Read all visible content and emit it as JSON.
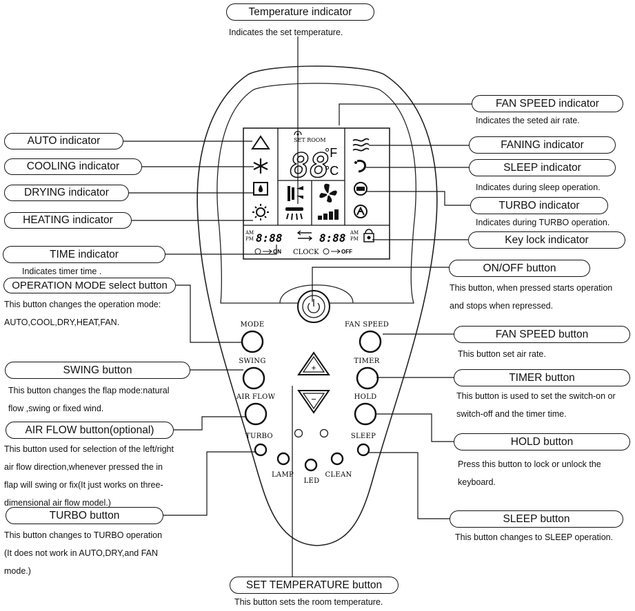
{
  "callouts": {
    "temperature_indicator": {
      "label": "Temperature indicator",
      "desc": "Indicates the set temperature."
    },
    "fan_speed_indicator": {
      "label": "FAN SPEED  indicator",
      "desc": "Indicates the seted air rate."
    },
    "auto_indicator": {
      "label": "AUTO indicator"
    },
    "faning_indicator": {
      "label": "FANING indicator"
    },
    "cooling_indicator": {
      "label": "COOLING indicator"
    },
    "sleep_indicator": {
      "label": "SLEEP indicator",
      "desc": "Indicates during sleep operation."
    },
    "drying_indicator": {
      "label": "DRYING indicator"
    },
    "turbo_indicator": {
      "label": "TURBO indicator",
      "desc": "Indicates during TURBO operation."
    },
    "heating_indicator": {
      "label": "HEATING indicator"
    },
    "key_lock_indicator": {
      "label": "Key lock  indicator"
    },
    "time_indicator": {
      "label": "TIME indicator",
      "desc": "Indicates timer time ."
    },
    "on_off_button": {
      "label": "ON/OFF button",
      "desc_lines": [
        "This button, when pressed starts operation",
        "and stops when repressed."
      ]
    },
    "operation_mode_button": {
      "label": "OPERATION MODE select button",
      "desc_lines": [
        "This button changes  the operation mode:",
        "AUTO,COOL,DRY,HEAT,FAN."
      ]
    },
    "fan_speed_button": {
      "label": "FAN SPEED  button",
      "desc": "This button set air rate."
    },
    "swing_button": {
      "label": "SWING button",
      "desc_lines": [
        "This button changes the flap mode:natural",
        "flow  ,swing or fixed wind."
      ]
    },
    "timer_button": {
      "label": "TIMER  button",
      "desc_lines": [
        "This button is used to set the switch-on or",
        "switch-off and the timer time."
      ]
    },
    "air_flow_button": {
      "label": "AIR FLOW  button(optional)",
      "desc_lines": [
        "This button used for selection of the left/right",
        "air flow direction,whenever pressed the in",
        "flap will swing or fix(It just works on three-",
        "dimensional air flow model.)"
      ]
    },
    "hold_button": {
      "label": "HOLD button",
      "desc_lines": [
        "Press this button to lock or unlock the",
        "keyboard."
      ]
    },
    "turbo_button": {
      "label": "TURBO  button",
      "desc_lines": [
        "This button changes to TURBO operation",
        "(It does not work in AUTO,DRY,and FAN",
        "mode.)"
      ]
    },
    "sleep_button": {
      "label": "SLEEP button",
      "desc": "This button changes to SLEEP operation."
    },
    "set_temperature_button": {
      "label": "SET TEMPERATURE button",
      "desc": "This button sets the room temperature."
    }
  },
  "remote": {
    "buttons": {
      "mode": "MODE",
      "fan_speed": "FAN SPEED",
      "swing": "SWING",
      "timer": "TIMER",
      "air_flow": "AIR FLOW",
      "hold": "HOLD",
      "turbo": "TURBO",
      "sleep": "SLEEP",
      "lamp": "LAMP",
      "led": "LED",
      "clean": "CLEAN",
      "temp_up": "+",
      "temp_down": "−"
    },
    "display": {
      "set_room": "SET ROOM",
      "temperature_digits": "88",
      "unit_f": "°F",
      "unit_c": "°C",
      "am": "AM",
      "pm": "PM",
      "clock": "CLOCK",
      "timer_on": "ON",
      "timer_off": "OFF",
      "time_left": "8:88",
      "time_right": "8:88"
    }
  }
}
